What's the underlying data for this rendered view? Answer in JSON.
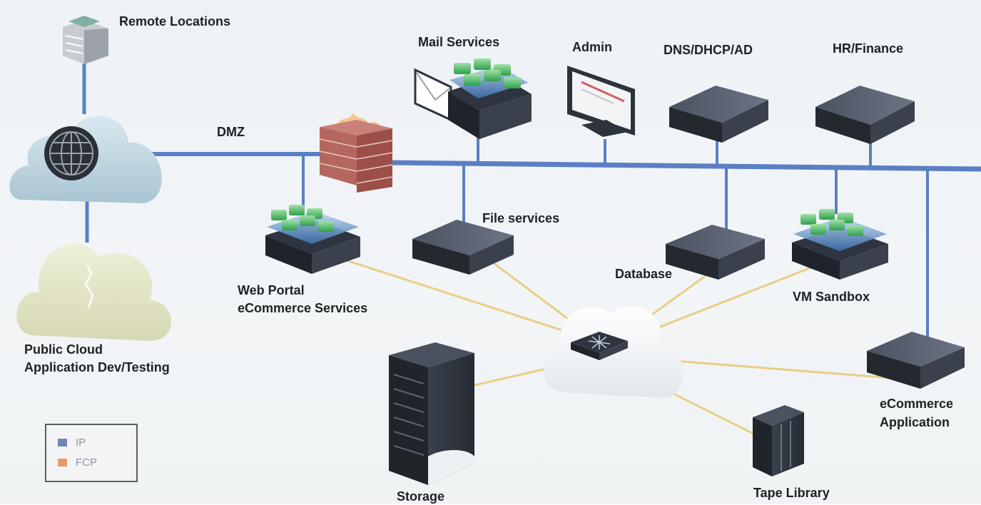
{
  "labels": {
    "remote_locations": "Remote Locations",
    "dmz": "DMZ",
    "mail_services": "Mail Services",
    "admin": "Admin",
    "dns": "DNS/DHCP/AD",
    "hr_finance": "HR/Finance",
    "file_services": "File services",
    "web_portal_1": "Web Portal",
    "web_portal_2": "eCommerce Services",
    "database": "Database",
    "vm_sandbox": "VM Sandbox",
    "public_cloud_1": "Public Cloud",
    "public_cloud_2": "Application Dev/Testing",
    "ecommerce_app_1": "eCommerce",
    "ecommerce_app_2": "Application",
    "storage": "Storage",
    "tape_library": "Tape Library"
  },
  "legend": {
    "ip_label": "IP",
    "fcp_label": "FCP",
    "ip_color": "#6f86b8",
    "fcp_color": "#e79a66"
  },
  "colors": {
    "ip_link": "#5b7fc4",
    "fcp_link": "#e8cf86"
  }
}
